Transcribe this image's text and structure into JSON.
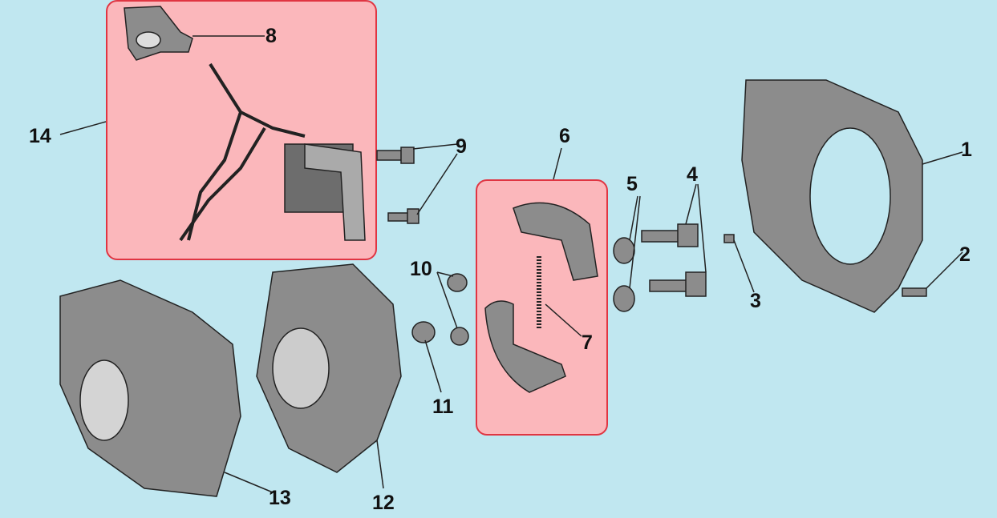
{
  "title": "Exploded parts diagram",
  "colors": {
    "background": "#c0e7f0",
    "highlight_fill": "#fbb7bb",
    "highlight_border": "#e03542",
    "part": "#8a8a8a"
  },
  "callouts": [
    "1",
    "2",
    "3",
    "4",
    "5",
    "6",
    "7",
    "8",
    "9",
    "10",
    "11",
    "12",
    "13",
    "14"
  ]
}
